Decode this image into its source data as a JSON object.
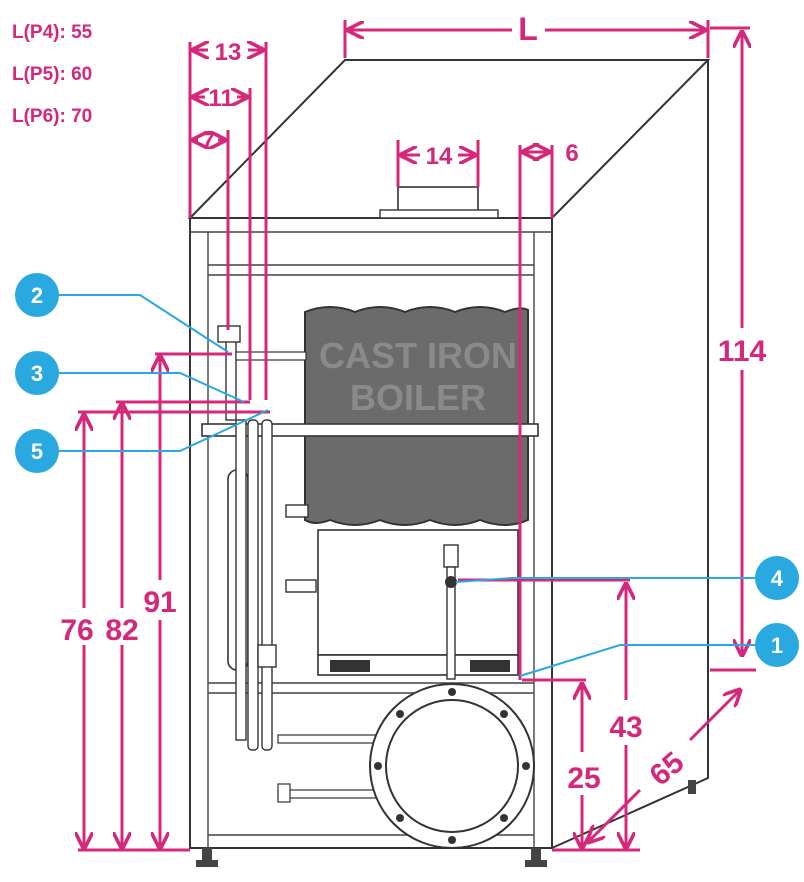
{
  "legend": [
    {
      "label": "L(P4): 55"
    },
    {
      "label": "L(P5): 60"
    },
    {
      "label": "L(P6): 70"
    }
  ],
  "boiler": {
    "line1": "CAST IRON",
    "line2": "BOILER"
  },
  "dimensions": {
    "width_top": "L",
    "d13": "13",
    "d11": "11",
    "d7": "7",
    "d14": "14",
    "d6": "6",
    "height_total": "114",
    "d76": "76",
    "d82": "82",
    "d91": "91",
    "d43": "43",
    "d25": "25",
    "depth": "65"
  },
  "callouts": [
    {
      "num": "1"
    },
    {
      "num": "2"
    },
    {
      "num": "3"
    },
    {
      "num": "4"
    },
    {
      "num": "5"
    }
  ],
  "colors": {
    "dimension": "#d6287a",
    "callout": "#29a9df",
    "boiler": "#6b6b6b"
  }
}
